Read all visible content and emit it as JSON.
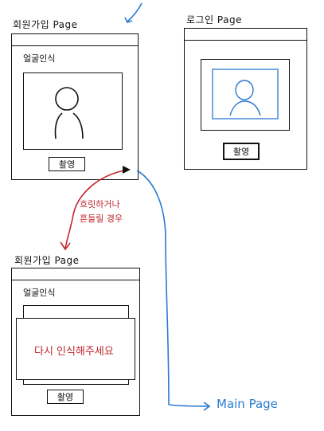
{
  "signup_top": {
    "title": "회원가입 Page",
    "section_label": "얼굴인식",
    "button_label": "촬영"
  },
  "login": {
    "title": "로그인 Page",
    "button_label": "촬영"
  },
  "signup_bottom": {
    "title": "회원가입 Page",
    "section_label": "얼굴인식",
    "popup_message": "다시 인식해주세요",
    "button_label": "촬영"
  },
  "annotations": {
    "retry_condition_line1": "흐릿하거나",
    "retry_condition_line2": "흔들릴 경우",
    "main_page": "Main Page"
  },
  "colors": {
    "ink": "#111111",
    "red": "#c0262d",
    "blue": "#2a7ad1"
  }
}
